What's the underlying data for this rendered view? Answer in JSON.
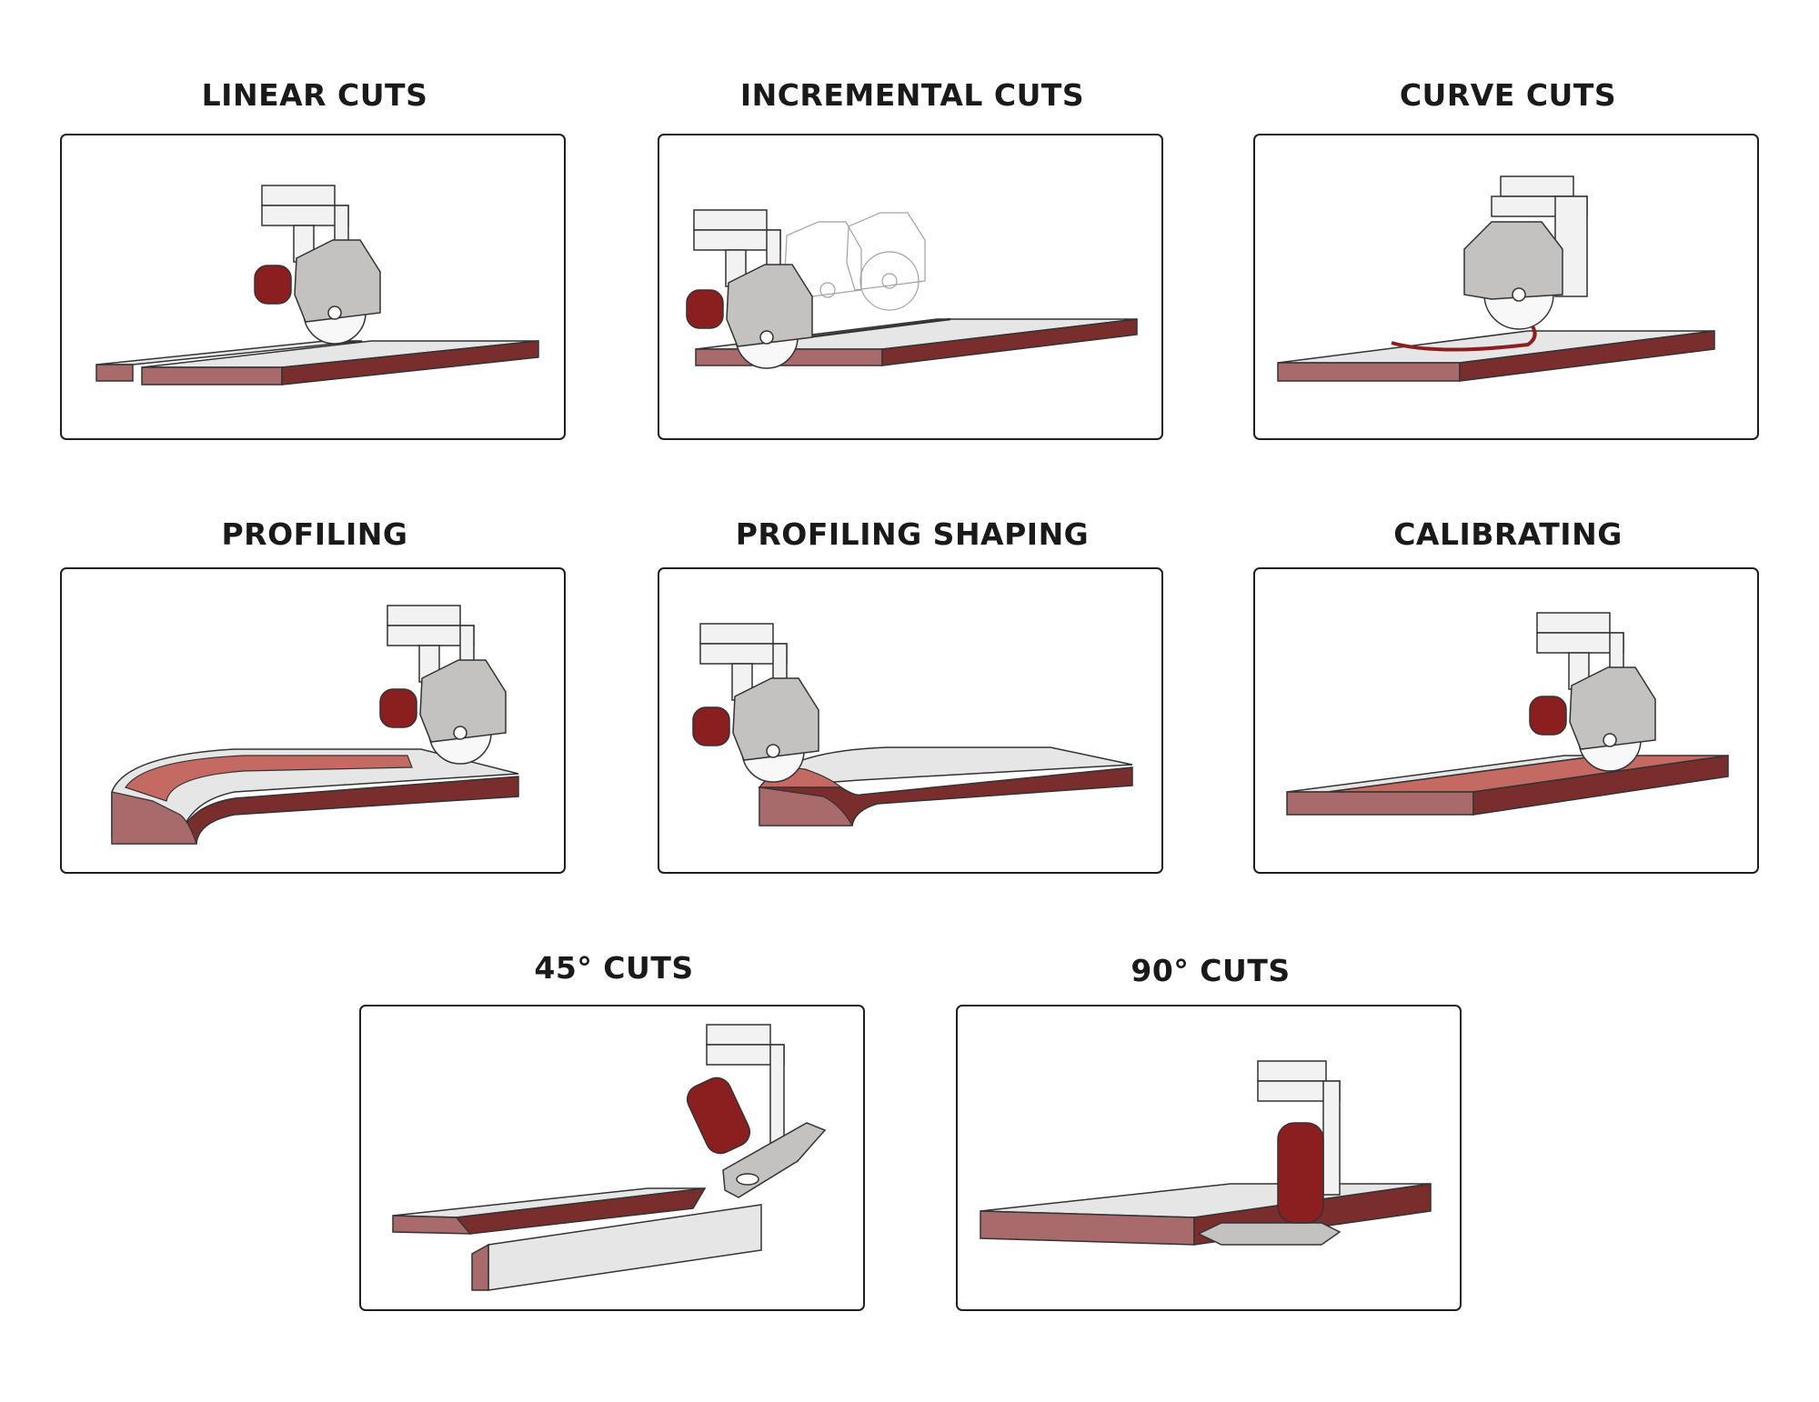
{
  "colors": {
    "slab_top": "#e6e6e6",
    "slab_side": "#7a2d2d",
    "slab_front": "#a86a6a",
    "profile_cut": "#c56a62",
    "motor": "#8b1f1f",
    "blade_housing": "#c4c2c0",
    "mount": "#f2f2f2",
    "outline": "#333333"
  },
  "panels": [
    {
      "id": "linear-cuts",
      "title": "LINEAR CUTS"
    },
    {
      "id": "incremental-cuts",
      "title": "INCREMENTAL CUTS"
    },
    {
      "id": "curve-cuts",
      "title": "CURVE CUTS"
    },
    {
      "id": "profiling",
      "title": "PROFILING"
    },
    {
      "id": "profiling-shaping",
      "title": "PROFILING SHAPING"
    },
    {
      "id": "calibrating",
      "title": "CALIBRATING"
    },
    {
      "id": "45-cuts",
      "title": "45° CUTS"
    },
    {
      "id": "90-cuts",
      "title": "90° CUTS"
    }
  ]
}
